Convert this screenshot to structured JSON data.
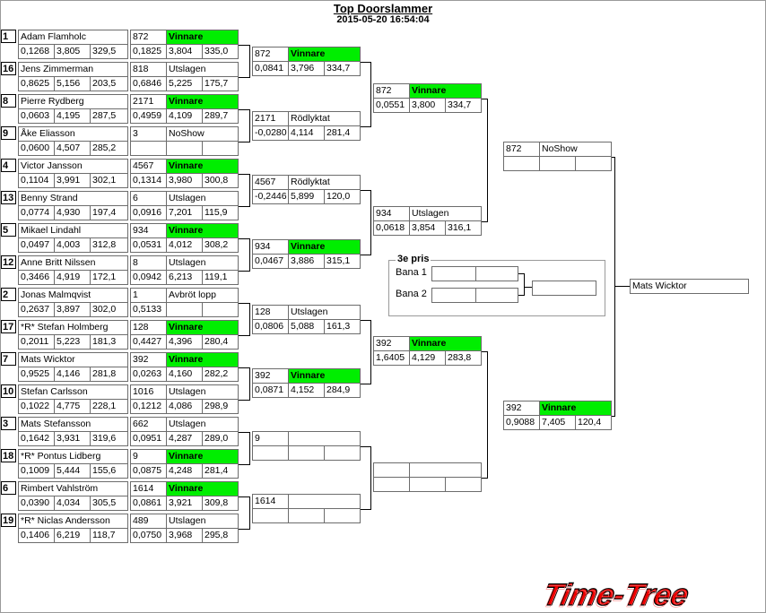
{
  "title": "Top Doorslammer",
  "datetime": "2015-05-20 16:54:04",
  "brand": {
    "name": "Time-Tree",
    "color": "#ee0000"
  },
  "colors": {
    "winner": "#00ee00"
  },
  "round1": [
    {
      "seed": "1",
      "name": "Adam Flamholc",
      "rt": "0,1268",
      "et": "3,805",
      "speed": "329,5",
      "car": "872",
      "result": "Vinnare",
      "r_rt": "0,1825",
      "r_et": "3,804",
      "r_speed": "335,0",
      "win": true
    },
    {
      "seed": "16",
      "name": "Jens Zimmerman",
      "rt": "0,8625",
      "et": "5,156",
      "speed": "203,5",
      "car": "818",
      "result": "Utslagen",
      "r_rt": "0,6846",
      "r_et": "5,225",
      "r_speed": "175,7",
      "win": false
    },
    {
      "seed": "8",
      "name": "Pierre Rydberg",
      "rt": "0,0603",
      "et": "4,195",
      "speed": "287,5",
      "car": "2171",
      "result": "Vinnare",
      "r_rt": "0,4959",
      "r_et": "4,109",
      "r_speed": "289,7",
      "win": true
    },
    {
      "seed": "9",
      "name": "Åke Eliasson",
      "rt": "0,0600",
      "et": "4,507",
      "speed": "285,2",
      "car": "3",
      "result": "NoShow",
      "r_rt": "",
      "r_et": "",
      "r_speed": "",
      "win": false
    },
    {
      "seed": "4",
      "name": "Victor Jansson",
      "rt": "0,1104",
      "et": "3,991",
      "speed": "302,1",
      "car": "4567",
      "result": "Vinnare",
      "r_rt": "0,1314",
      "r_et": "3,980",
      "r_speed": "300,8",
      "win": true
    },
    {
      "seed": "13",
      "name": "Benny Strand",
      "rt": "0,0774",
      "et": "4,930",
      "speed": "197,4",
      "car": "6",
      "result": "Utslagen",
      "r_rt": "0,0916",
      "r_et": "7,201",
      "r_speed": "115,9",
      "win": false
    },
    {
      "seed": "5",
      "name": "Mikael Lindahl",
      "rt": "0,0497",
      "et": "4,003",
      "speed": "312,8",
      "car": "934",
      "result": "Vinnare",
      "r_rt": "0,0531",
      "r_et": "4,012",
      "r_speed": "308,2",
      "win": true
    },
    {
      "seed": "12",
      "name": "Anne Britt Nilssen",
      "rt": "0,3466",
      "et": "4,919",
      "speed": "172,1",
      "car": "8",
      "result": "Utslagen",
      "r_rt": "0,0942",
      "r_et": "6,213",
      "r_speed": "119,1",
      "win": false
    },
    {
      "seed": "2",
      "name": "Jonas Malmqvist",
      "rt": "0,2637",
      "et": "3,897",
      "speed": "302,0",
      "car": "1",
      "result": "Avbröt lopp",
      "r_rt": "0,5133",
      "r_et": "",
      "r_speed": "",
      "win": false
    },
    {
      "seed": "17",
      "name": "*R* Stefan Holmberg",
      "rt": "0,2011",
      "et": "5,223",
      "speed": "181,3",
      "car": "128",
      "result": "Vinnare",
      "r_rt": "0,4427",
      "r_et": "4,396",
      "r_speed": "280,4",
      "win": true
    },
    {
      "seed": "7",
      "name": "Mats Wicktor",
      "rt": "0,9525",
      "et": "4,146",
      "speed": "281,8",
      "car": "392",
      "result": "Vinnare",
      "r_rt": "0,0263",
      "r_et": "4,160",
      "r_speed": "282,2",
      "win": true
    },
    {
      "seed": "10",
      "name": "Stefan Carlsson",
      "rt": "0,1022",
      "et": "4,775",
      "speed": "228,1",
      "car": "1016",
      "result": "Utslagen",
      "r_rt": "0,1212",
      "r_et": "4,086",
      "r_speed": "298,9",
      "win": false
    },
    {
      "seed": "3",
      "name": "Mats Stefansson",
      "rt": "0,1642",
      "et": "3,931",
      "speed": "319,6",
      "car": "662",
      "result": "Utslagen",
      "r_rt": "0,0951",
      "r_et": "4,287",
      "r_speed": "289,0",
      "win": false
    },
    {
      "seed": "18",
      "name": "*R* Pontus Lidberg",
      "rt": "0,1009",
      "et": "5,444",
      "speed": "155,6",
      "car": "9",
      "result": "Vinnare",
      "r_rt": "0,0875",
      "r_et": "4,248",
      "r_speed": "281,4",
      "win": true
    },
    {
      "seed": "6",
      "name": "Rimbert Vahlström",
      "rt": "0,0390",
      "et": "4,034",
      "speed": "305,5",
      "car": "1614",
      "result": "Vinnare",
      "r_rt": "0,0861",
      "r_et": "3,921",
      "r_speed": "309,8",
      "win": true
    },
    {
      "seed": "19",
      "name": "*R* Niclas Andersson",
      "rt": "0,1406",
      "et": "6,219",
      "speed": "118,7",
      "car": "489",
      "result": "Utslagen",
      "r_rt": "0,0750",
      "r_et": "3,968",
      "r_speed": "295,8",
      "win": false
    }
  ],
  "round2": [
    {
      "car": "872",
      "result": "Vinnare",
      "rt": "0,0841",
      "et": "3,796",
      "speed": "334,7",
      "win": true
    },
    {
      "car": "2171",
      "result": "Rödlyktat",
      "rt": "-0,0280",
      "et": "4,114",
      "speed": "281,4",
      "win": false
    },
    {
      "car": "4567",
      "result": "Rödlyktat",
      "rt": "-0,2446",
      "et": "5,899",
      "speed": "120,0",
      "win": false
    },
    {
      "car": "934",
      "result": "Vinnare",
      "rt": "0,0467",
      "et": "3,886",
      "speed": "315,1",
      "win": true
    },
    {
      "car": "128",
      "result": "Utslagen",
      "rt": "0,0806",
      "et": "5,088",
      "speed": "161,3",
      "win": false
    },
    {
      "car": "392",
      "result": "Vinnare",
      "rt": "0,0871",
      "et": "4,152",
      "speed": "284,9",
      "win": true
    },
    {
      "car": "9",
      "result": "",
      "rt": "",
      "et": "",
      "speed": "",
      "win": false
    },
    {
      "car": "1614",
      "result": "",
      "rt": "",
      "et": "",
      "speed": "",
      "win": false
    }
  ],
  "round3": [
    {
      "car": "872",
      "result": "Vinnare",
      "rt": "0,0551",
      "et": "3,800",
      "speed": "334,7",
      "win": true
    },
    {
      "car": "934",
      "result": "Utslagen",
      "rt": "0,0618",
      "et": "3,854",
      "speed": "316,1",
      "win": false
    },
    {
      "car": "392",
      "result": "Vinnare",
      "rt": "1,6405",
      "et": "4,129",
      "speed": "283,8",
      "win": true
    },
    {
      "car": "",
      "result": "",
      "rt": "",
      "et": "",
      "speed": "",
      "win": false
    }
  ],
  "round4": [
    {
      "car": "872",
      "result": "NoShow",
      "rt": "",
      "et": "",
      "speed": "",
      "win": false
    },
    {
      "car": "392",
      "result": "Vinnare",
      "rt": "0,9088",
      "et": "7,405",
      "speed": "120,4",
      "win": true
    }
  ],
  "champion": "Mats Wicktor",
  "third_place": {
    "title": "3e pris",
    "lane1": "Bana 1",
    "lane2": "Bana 2"
  }
}
